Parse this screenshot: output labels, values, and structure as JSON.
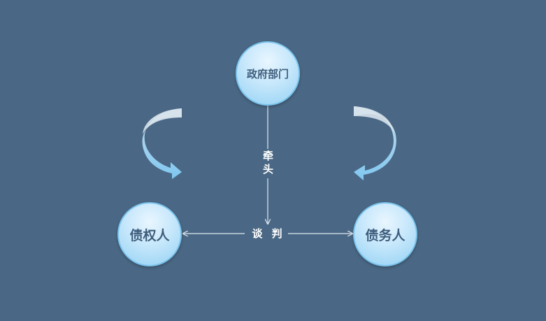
{
  "diagram": {
    "nodes": {
      "government": {
        "label": "政府部门"
      },
      "creditor": {
        "label": "债权人"
      },
      "debtor": {
        "label": "债务人"
      }
    },
    "edges": {
      "lead": {
        "label": "牵头"
      },
      "negotiate": {
        "label": "谈 判"
      }
    }
  },
  "colors": {
    "background": "#4a6885",
    "node_fill": "#c6e7fb",
    "node_border": "#7bc3ec",
    "node_text": "#3f5e7d",
    "connector": "#dfe8f0",
    "label_text": "#ffffff",
    "curved_arrow": "#8fcdf2"
  }
}
